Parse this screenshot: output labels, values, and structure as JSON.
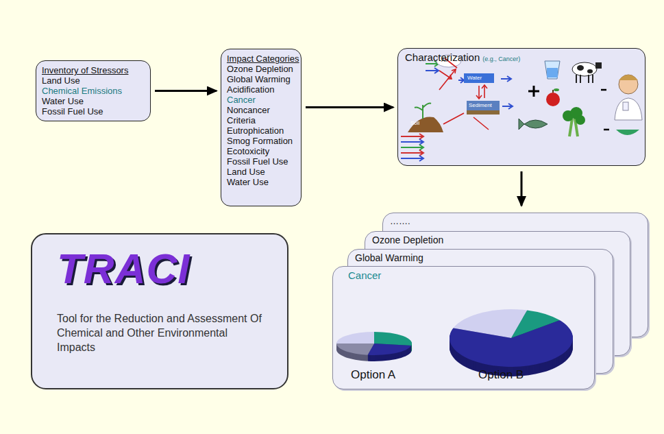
{
  "diagram": {
    "nodes": [
      {
        "text": [
          "Inventory of Stressors",
          "Land Use",
          "Chemical Emissions",
          "Water Use",
          "Fossil Fuel Use"
        ]
      },
      {
        "text": [
          "Impact Categories",
          "Ozone Depletion",
          "Global Warming",
          "Acidification",
          "Cancer",
          "Noncancer",
          "Criteria",
          "Eutrophication",
          "Smog Formation",
          "Ecotoxicity",
          "Fossil Fuel Use",
          "Land Use",
          "Water Use"
        ]
      },
      {
        "text": [
          "Characterization",
          "(e.g., Cancer)"
        ]
      },
      {
        "text": [
          "TRACI",
          "Tool for the Reduction and Assessment Of Chemical and Other Environmental Impacts"
        ]
      },
      {
        "text": [
          "……."
        ]
      },
      {
        "text": [
          "Ozone Depletion"
        ]
      },
      {
        "text": [
          "Global Warming"
        ]
      },
      {
        "text": [
          "Cancer",
          "Option A",
          "Option B"
        ]
      }
    ],
    "edges": [
      {
        "from": 0,
        "to": 1,
        "arrow": "to"
      },
      {
        "from": 1,
        "to": 2,
        "arrow": "to"
      },
      {
        "from": 2,
        "to": 4,
        "arrow": "to"
      }
    ],
    "labels": [
      "Air",
      "Soil",
      "Water",
      "Sediment"
    ]
  }
}
